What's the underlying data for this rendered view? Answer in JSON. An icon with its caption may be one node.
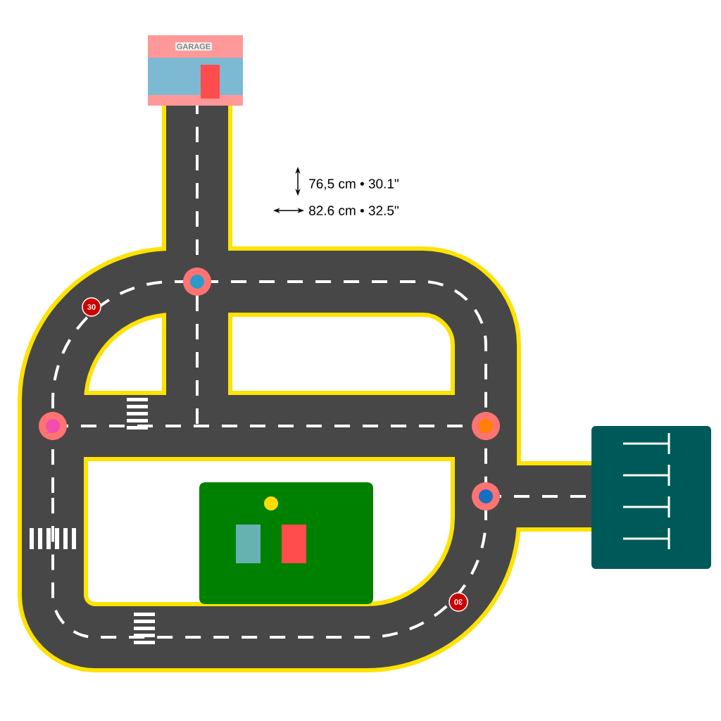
{
  "diagram": {
    "labels": [
      "GARAGE",
      "76,5 cm • 30.1\"",
      "82.6 cm • 32.5\"",
      "30",
      "30"
    ]
  }
}
